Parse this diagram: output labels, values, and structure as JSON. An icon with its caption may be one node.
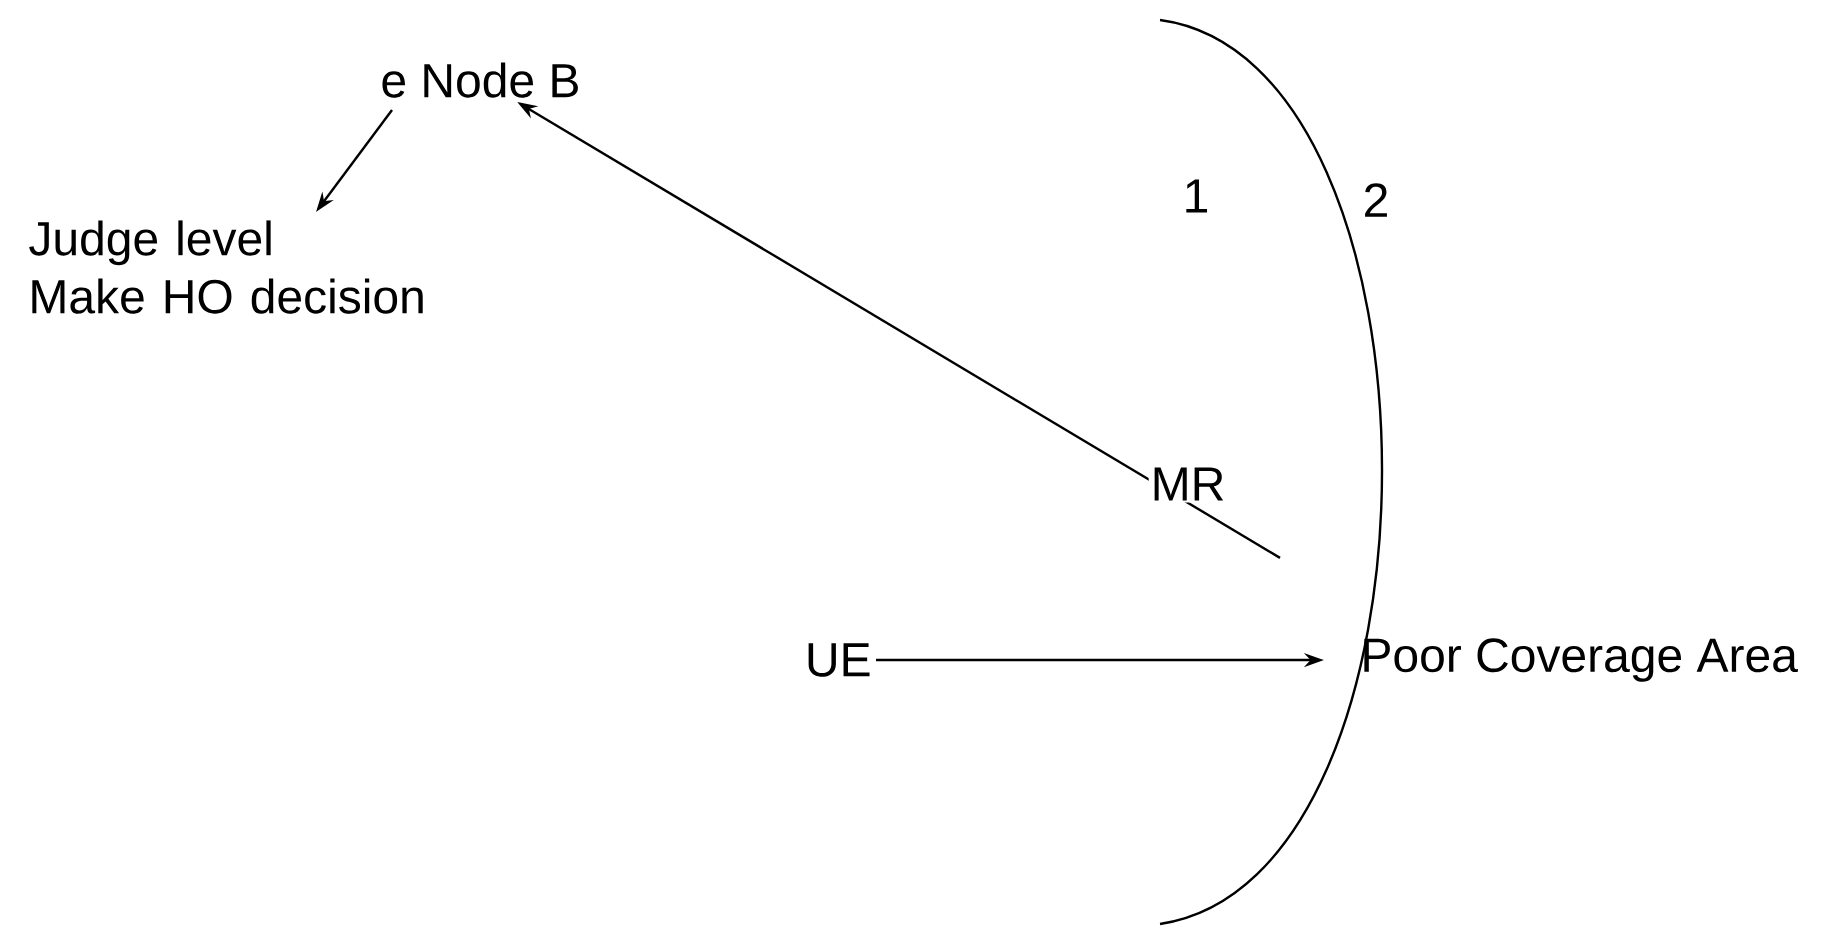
{
  "diagram": {
    "nodes": [
      {
        "text": [
          "e Node B"
        ]
      },
      {
        "text": [
          "Judge level",
          "Make HO decision"
        ]
      },
      {
        "text": [
          "UE"
        ]
      },
      {
        "text": [
          "Poor Coverage Area"
        ]
      }
    ],
    "edges": [
      {
        "from": 3,
        "to": 0,
        "arrow": "to",
        "label": "MR"
      },
      {
        "from": 0,
        "to": 1,
        "arrow": "to"
      },
      {
        "from": 2,
        "to": 3,
        "arrow": "to"
      }
    ],
    "labels": [
      "1",
      "2"
    ]
  }
}
